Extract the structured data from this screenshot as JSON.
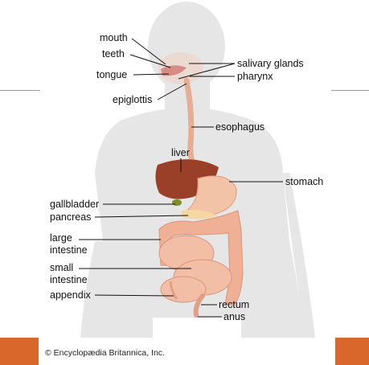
{
  "labels": {
    "mouth": "mouth",
    "teeth": "teeth",
    "tongue": "tongue",
    "epiglottis": "epiglottis",
    "salivary_glands": "salivary glands",
    "pharynx": "pharynx",
    "esophagus": "esophagus",
    "liver": "liver",
    "stomach": "stomach",
    "gallbladder": "gallbladder",
    "pancreas": "pancreas",
    "large_intestine_1": "large",
    "large_intestine_2": "intestine",
    "small_intestine_1": "small",
    "small_intestine_2": "intestine",
    "appendix": "appendix",
    "rectum": "rectum",
    "anus": "anus"
  },
  "credit": "© Encyclopædia Britannica, Inc.",
  "colors": {
    "body_silhouette": "#e6e6e6",
    "liver": "#9b4028",
    "intestine": "#f0b59c",
    "stomach": "#f3c3a8",
    "accent_band": "#d9672c"
  }
}
